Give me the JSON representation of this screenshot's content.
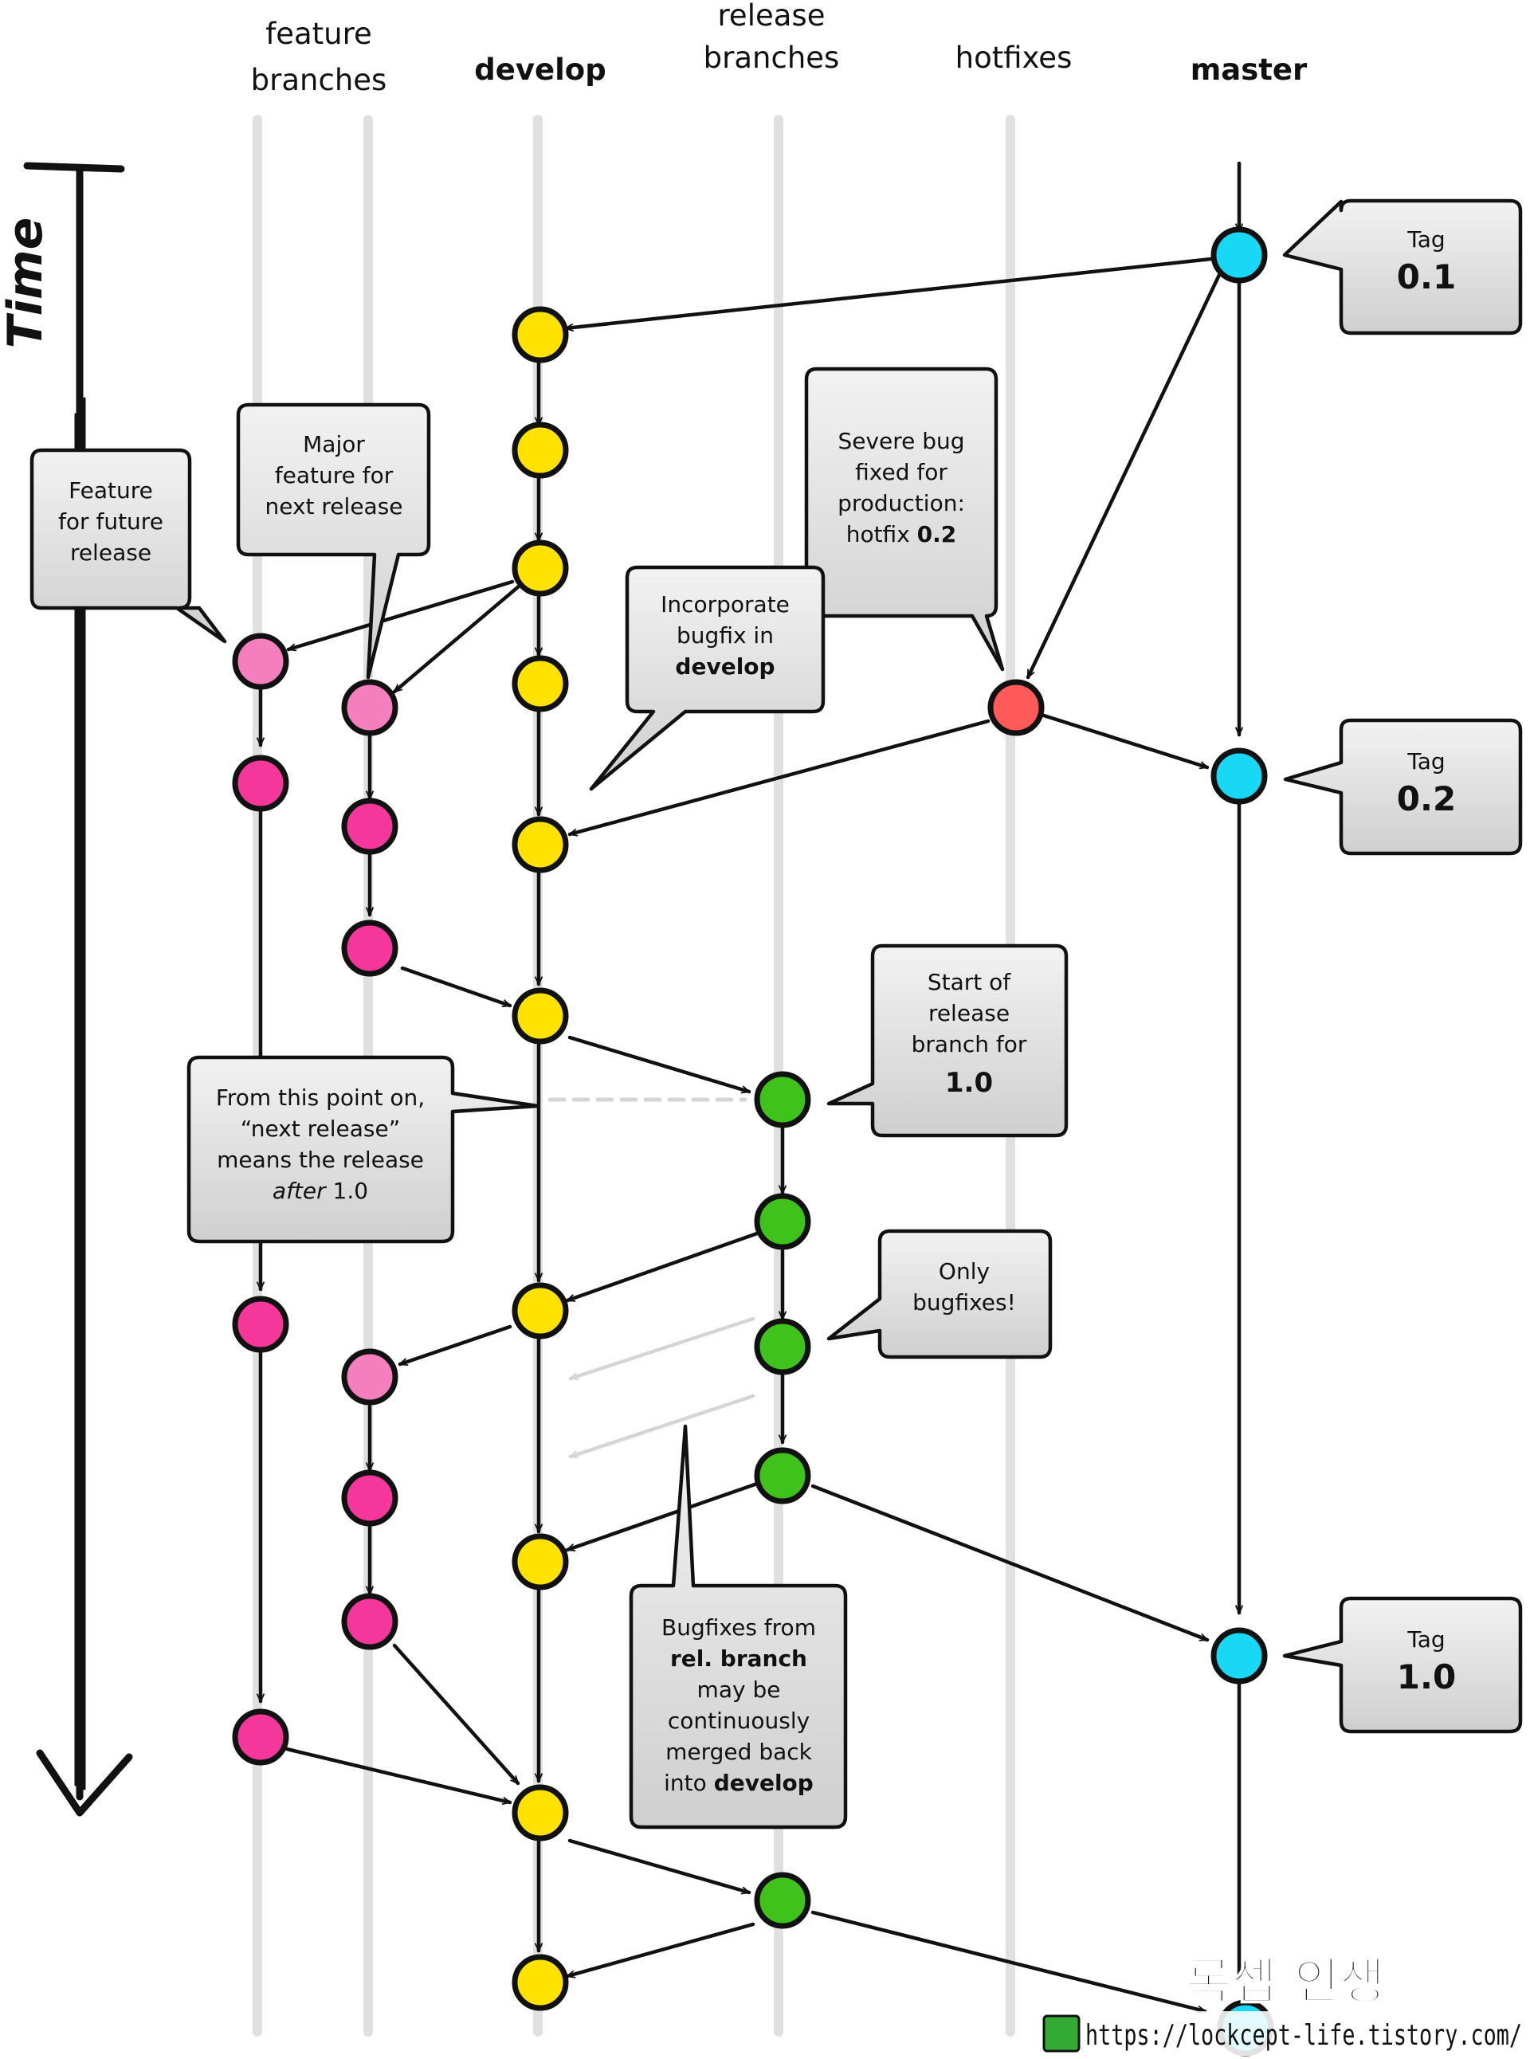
{
  "columns": {
    "feature": [
      "feature",
      "branches"
    ],
    "develop": "develop",
    "release": [
      "release",
      "branches"
    ],
    "hotfixes": "hotfixes",
    "master": "master"
  },
  "time_label": "Time",
  "callouts": {
    "tag01": {
      "label": "Tag",
      "value": "0.1"
    },
    "tag02": {
      "label": "Tag",
      "value": "0.2"
    },
    "tag10": {
      "label": "Tag",
      "value": "1.0"
    },
    "feature_future": [
      "Feature",
      "for future",
      "release"
    ],
    "major_feature": [
      "Major",
      "feature for",
      "next release"
    ],
    "severe_bug": {
      "lines": [
        "Severe bug",
        "fixed for",
        "production:"
      ],
      "last_prefix": "hotfix ",
      "last_bold": "0.2"
    },
    "incorporate": {
      "lines": [
        "Incorporate",
        "bugfix in"
      ],
      "bold": "develop"
    },
    "start_release": {
      "lines": [
        "Start of",
        "release",
        "branch for"
      ],
      "bold": "1.0"
    },
    "from_point": {
      "lines": [
        "From this point on,",
        "“next release”",
        "means the release"
      ],
      "italic": "after",
      "rest": " 1.0"
    },
    "only_bugfixes": [
      "Only",
      "bugfixes!"
    ],
    "bugfixes_from": {
      "l1": "Bugfixes from",
      "l2": "rel. branch",
      "l3": "may be",
      "l4": "continuously",
      "l5": "merged back",
      "l6_prefix": "into ",
      "l6_bold": "develop"
    }
  },
  "watermark": {
    "title": "록셉 인생",
    "url": "https://lockcept-life.tistory.com/"
  },
  "colors": {
    "develop": "#FFE200",
    "feature": "#F5379C",
    "feature_light": "#F57FBE",
    "release": "#40C21C",
    "hotfix": "#FF5A5A",
    "master": "#19D8F5",
    "lane": "#DDDDDD",
    "callout_fill": "#E2E2E2",
    "ink": "#111111"
  }
}
